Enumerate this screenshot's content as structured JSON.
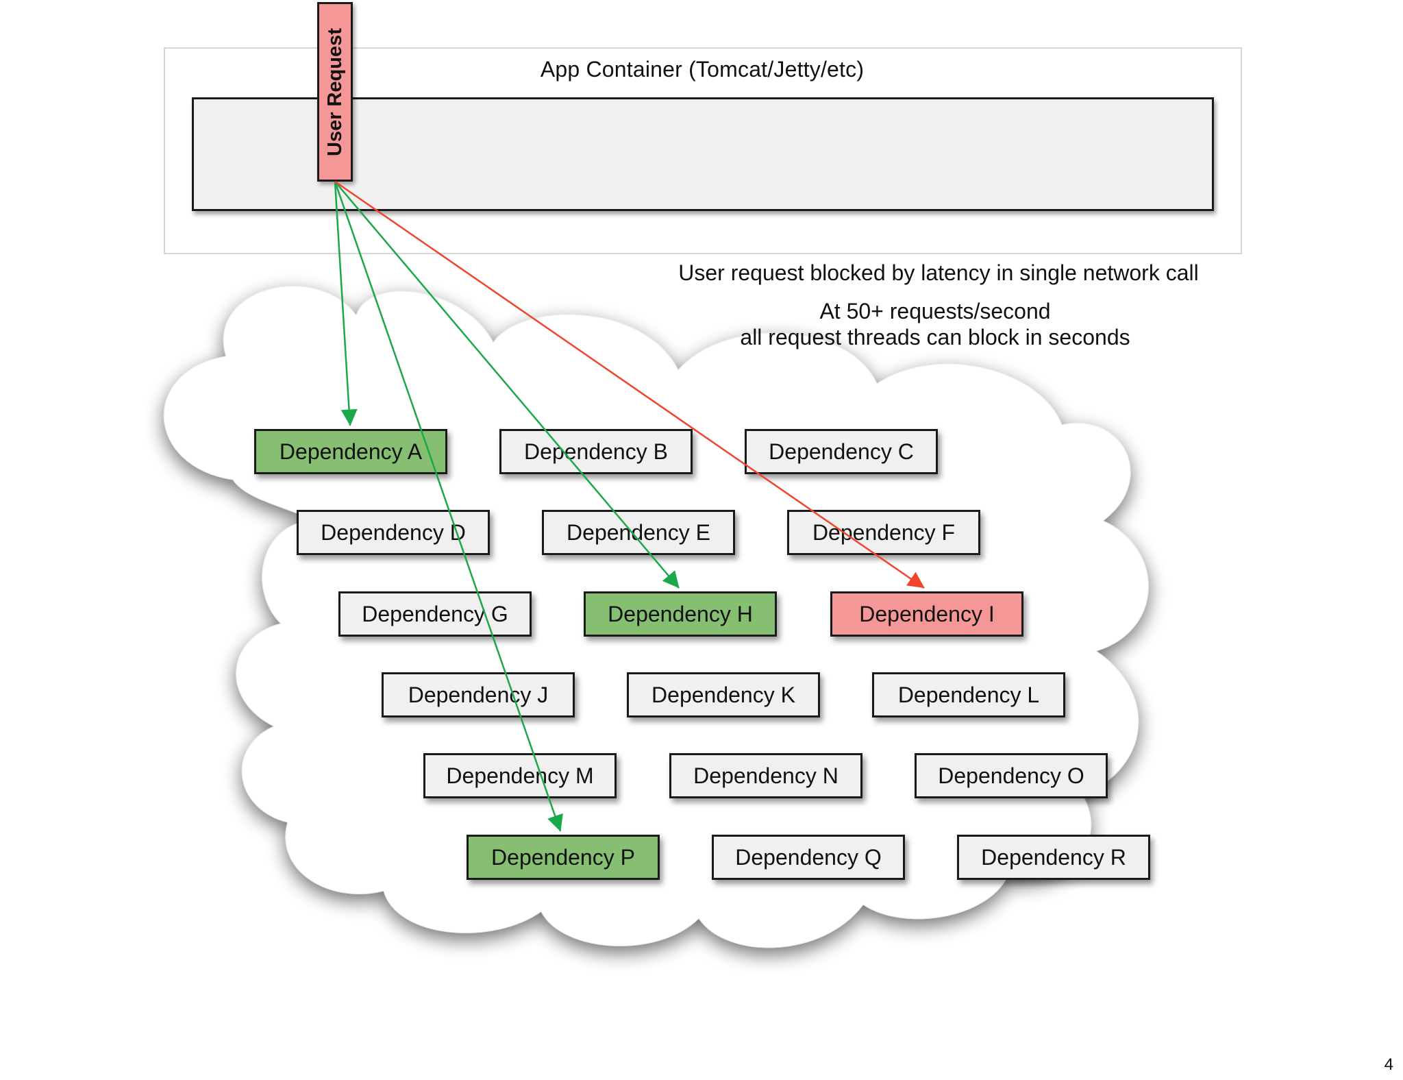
{
  "container": {
    "title": "App Container (Tomcat/Jetty/etc)",
    "request_label": "User Request"
  },
  "notes": {
    "line1": "User request blocked by latency in single network call",
    "line2": "At 50+ requests/second",
    "line3": "all request threads can block in seconds"
  },
  "colors": {
    "ok": "#86bf71",
    "fail": "#f59797",
    "neutral": "#f0f0f0",
    "arrow_ok": "#1aa84a",
    "arrow_fail": "#f0442c"
  },
  "dependencies": [
    {
      "label": "Dependency A",
      "status": "ok"
    },
    {
      "label": "Dependency B",
      "status": "neutral"
    },
    {
      "label": "Dependency C",
      "status": "neutral"
    },
    {
      "label": "Dependency D",
      "status": "neutral"
    },
    {
      "label": "Dependency E",
      "status": "neutral"
    },
    {
      "label": "Dependency F",
      "status": "neutral"
    },
    {
      "label": "Dependency G",
      "status": "neutral"
    },
    {
      "label": "Dependency H",
      "status": "ok"
    },
    {
      "label": "Dependency I",
      "status": "fail"
    },
    {
      "label": "Dependency J",
      "status": "neutral"
    },
    {
      "label": "Dependency K",
      "status": "neutral"
    },
    {
      "label": "Dependency L",
      "status": "neutral"
    },
    {
      "label": "Dependency M",
      "status": "neutral"
    },
    {
      "label": "Dependency N",
      "status": "neutral"
    },
    {
      "label": "Dependency O",
      "status": "neutral"
    },
    {
      "label": "Dependency P",
      "status": "ok"
    },
    {
      "label": "Dependency Q",
      "status": "neutral"
    },
    {
      "label": "Dependency R",
      "status": "neutral"
    }
  ],
  "arrows": [
    {
      "target": "Dependency A",
      "status": "ok"
    },
    {
      "target": "Dependency P",
      "status": "ok"
    },
    {
      "target": "Dependency H",
      "status": "ok"
    },
    {
      "target": "Dependency I",
      "status": "fail"
    }
  ],
  "page_number": "4"
}
